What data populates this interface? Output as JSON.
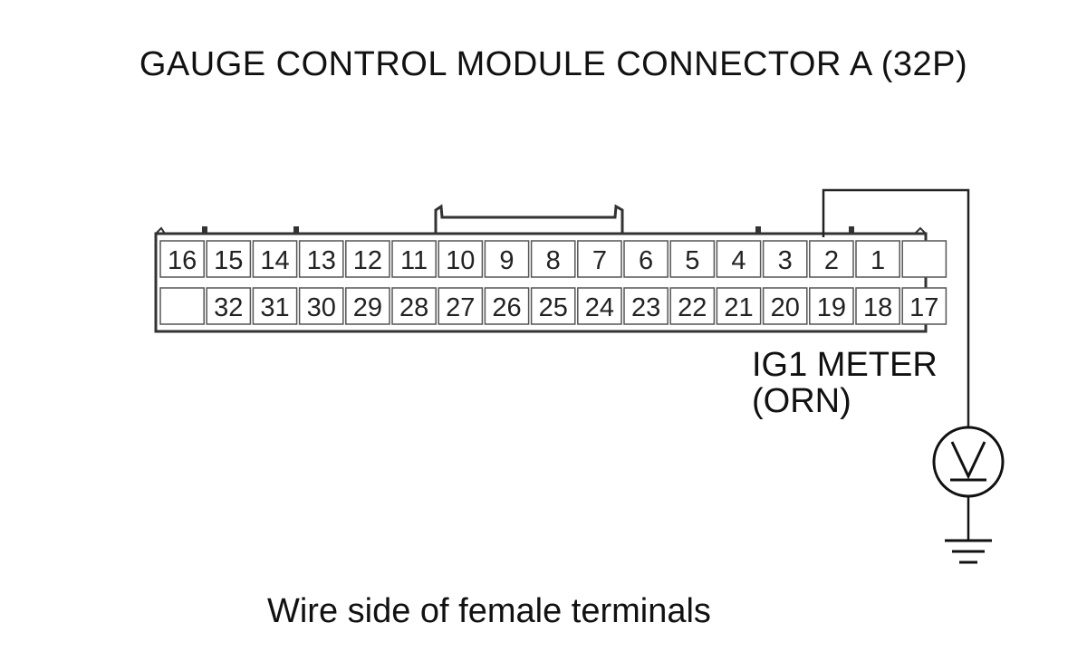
{
  "diagram": {
    "title": "GAUGE CONTROL MODULE CONNECTOR A (32P)",
    "caption": "Wire side of female terminals",
    "wire": {
      "name": "IG1 METER",
      "color_code": "(ORN)",
      "terminal": "2"
    },
    "meter_symbol": "V",
    "ground_symbol": "ground-icon",
    "connector": {
      "top_row": [
        "16",
        "15",
        "14",
        "13",
        "12",
        "11",
        "10",
        "9",
        "8",
        "7",
        "6",
        "5",
        "4",
        "3",
        "2",
        "1",
        ""
      ],
      "bottom_row": [
        "",
        "32",
        "31",
        "30",
        "29",
        "28",
        "27",
        "26",
        "25",
        "24",
        "23",
        "22",
        "21",
        "20",
        "19",
        "18",
        "17"
      ]
    }
  }
}
